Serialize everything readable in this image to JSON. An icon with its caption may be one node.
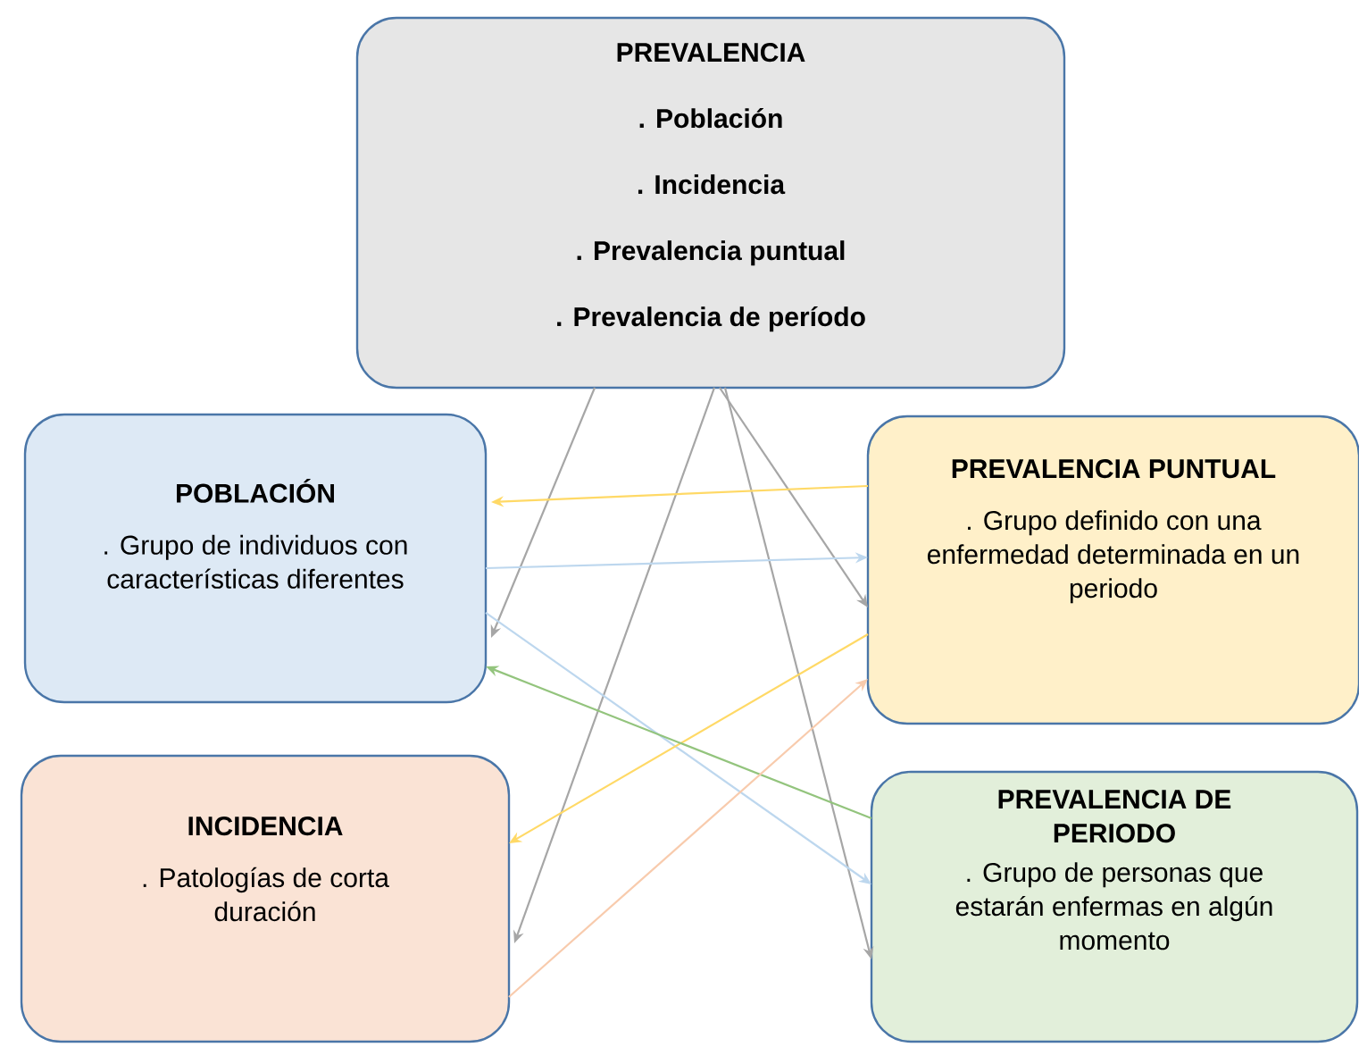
{
  "diagram": {
    "nodes": [
      {
        "text": [
          "PREVALENCIA",
          ". Población",
          ". Incidencia",
          ". Prevalencia puntual",
          ". Prevalencia de período"
        ]
      },
      {
        "text": [
          "POBLACIÓN",
          ". Grupo de individuos con características diferentes"
        ]
      },
      {
        "text": [
          "PREVALENCIA PUNTUAL",
          ". Grupo definido con una enfermedad determinada en un periodo"
        ]
      },
      {
        "text": [
          "INCIDENCIA",
          ". Patologías de corta duración"
        ]
      },
      {
        "text": [
          "PREVALENCIA DE PERIODO",
          ". Grupo de personas que estarán enfermas en algún momento"
        ]
      }
    ],
    "edges": [
      {
        "from": 0,
        "to": 1,
        "arrow": "to"
      },
      {
        "from": 0,
        "to": 3,
        "arrow": "to"
      },
      {
        "from": 0,
        "to": 2,
        "arrow": "to"
      },
      {
        "from": 0,
        "to": 4,
        "arrow": "to"
      },
      {
        "from": 2,
        "to": 1,
        "arrow": "to",
        "color": "#ffd966"
      },
      {
        "from": 1,
        "to": 2,
        "arrow": "to",
        "color": "#bdd7ee"
      },
      {
        "from": 1,
        "to": 4,
        "arrow": "to",
        "color": "#bdd7ee"
      },
      {
        "from": 2,
        "to": 3,
        "arrow": "to",
        "color": "#ffd966"
      },
      {
        "from": 4,
        "to": 1,
        "arrow": "to",
        "color": "#93c47d"
      },
      {
        "from": 3,
        "to": 2,
        "arrow": "to",
        "color": "#f8cbad"
      }
    ]
  }
}
